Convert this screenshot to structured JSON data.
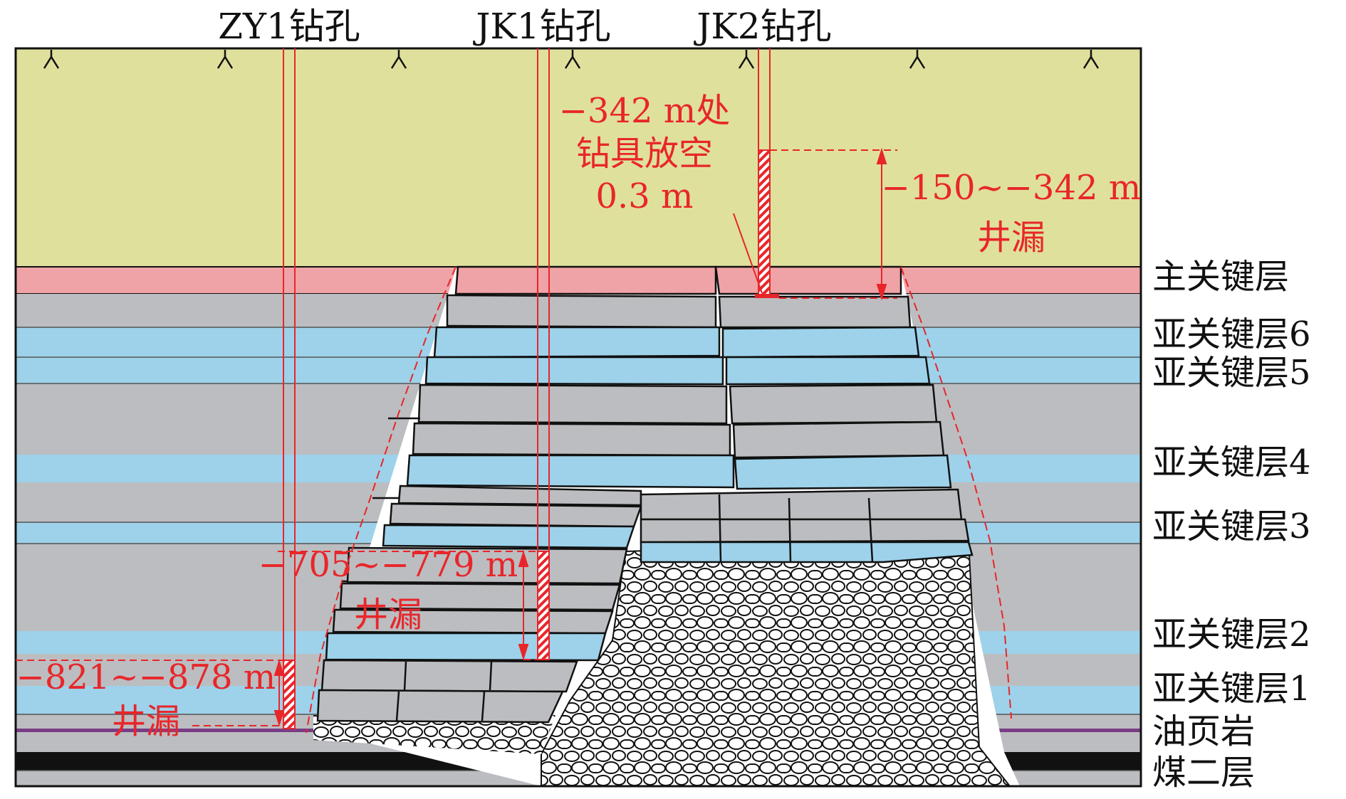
{
  "boreholes": [
    {
      "name": "ZY1钻孔"
    },
    {
      "name": "JK1钻孔"
    },
    {
      "name": "JK2钻孔"
    }
  ],
  "layers": [
    "主关键层",
    "亚关键层6",
    "亚关键层5",
    "亚关键层4",
    "亚关键层3",
    "亚关键层2",
    "亚关键层1",
    "油页岩",
    "煤二层"
  ],
  "annotations": {
    "jk2_empty": [
      "−342 m处",
      "钻具放空",
      "0.3 m"
    ],
    "jk2_loss": [
      "−150~−342 m",
      "井漏"
    ],
    "jk1_loss": [
      "−705~−779 m",
      "井漏"
    ],
    "zy1_loss": [
      "−821~−878 m",
      "井漏"
    ]
  },
  "colors": {
    "topsoil": "#dfe09c",
    "main_key_layer": "#f0a3a6",
    "rock_gray": "#bcbdc0",
    "key_layer_blue": "#9dd2ea",
    "coal": "#111111",
    "oil_shale": "#7a3d85",
    "annotation_red": "#e8262a"
  }
}
